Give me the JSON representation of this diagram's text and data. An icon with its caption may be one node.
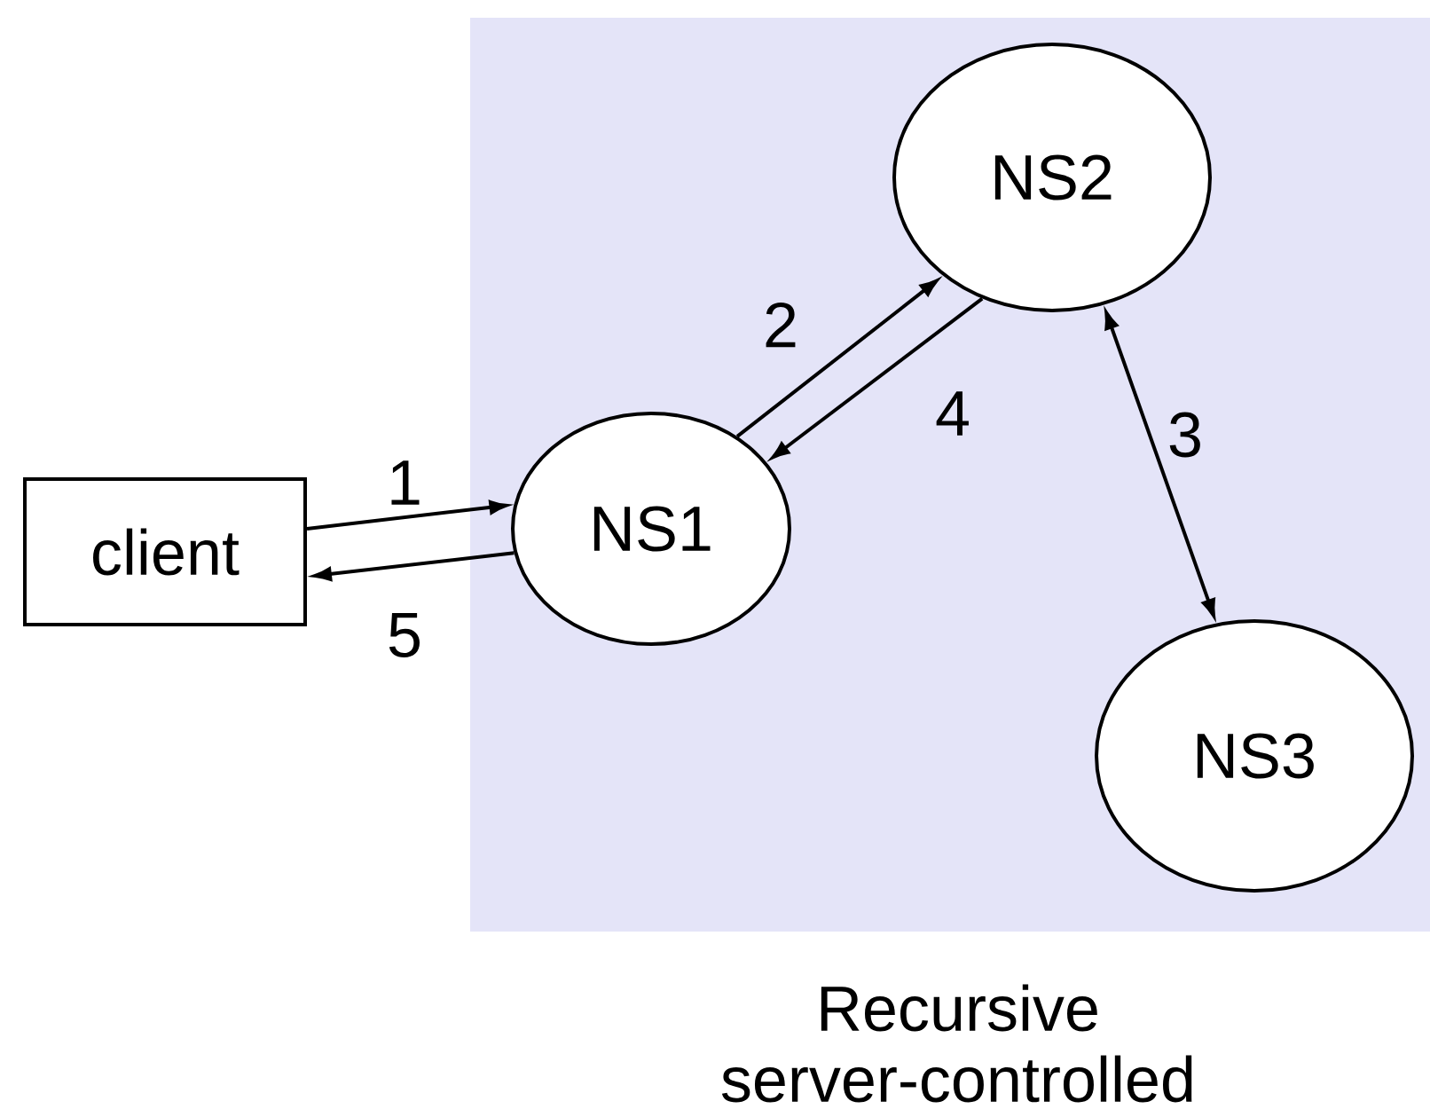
{
  "diagram": {
    "caption": "Recursive server-controlled",
    "nodes": [
      {
        "text": [
          "client"
        ]
      },
      {
        "text": [
          "NS1"
        ]
      },
      {
        "text": [
          "NS2"
        ]
      },
      {
        "text": [
          "NS3"
        ]
      }
    ],
    "edges": [
      {
        "from": 0,
        "to": 1,
        "arrow": "to",
        "label": "1"
      },
      {
        "from": 1,
        "to": 2,
        "arrow": "to",
        "label": "2"
      },
      {
        "from": 2,
        "to": 3,
        "arrow": "both",
        "label": "3"
      },
      {
        "from": 2,
        "to": 1,
        "arrow": "to",
        "label": "4"
      },
      {
        "from": 1,
        "to": 0,
        "arrow": "to",
        "label": "5"
      }
    ]
  }
}
